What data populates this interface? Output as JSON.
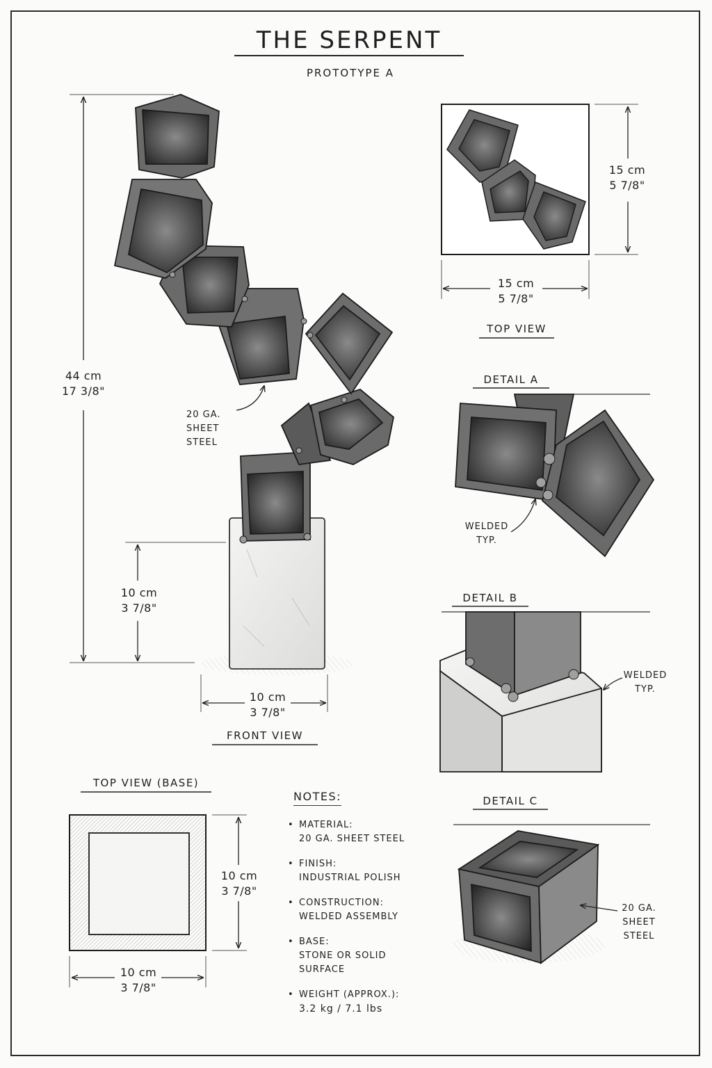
{
  "header": {
    "title": "THE SERPENT",
    "subtitle": "PROTOTYPE A"
  },
  "front_view": {
    "caption": "FRONT VIEW",
    "height_metric": "44 cm",
    "height_imperial": "17 3/8\"",
    "base_height_metric": "10 cm",
    "base_height_imperial": "3 7/8\"",
    "base_width_metric": "10 cm",
    "base_width_imperial": "3 7/8\"",
    "material_label_1": "20 GA.",
    "material_label_2": "SHEET",
    "material_label_3": "STEEL"
  },
  "top_view": {
    "caption": "TOP VIEW",
    "height_metric": "15 cm",
    "height_imperial": "5 7/8\"",
    "width_metric": "15 cm",
    "width_imperial": "5 7/8\""
  },
  "detail_a": {
    "caption": "DETAIL A",
    "note_1": "WELDED",
    "note_2": "TYP."
  },
  "detail_b": {
    "caption": "DETAIL B",
    "note_1": "WELDED",
    "note_2": "TYP."
  },
  "detail_c": {
    "caption": "DETAIL C",
    "note_1": "20 GA.",
    "note_2": "SHEET",
    "note_3": "STEEL"
  },
  "base_top_view": {
    "caption": "TOP VIEW (BASE)",
    "height_metric": "10 cm",
    "height_imperial": "3 7/8\"",
    "width_metric": "10 cm",
    "width_imperial": "3 7/8\""
  },
  "notes": {
    "heading": "NOTES:",
    "items": [
      {
        "label": "MATERIAL:",
        "value": "20 GA. SHEET STEEL"
      },
      {
        "label": "FINISH:",
        "value": "INDUSTRIAL POLISH"
      },
      {
        "label": "CONSTRUCTION:",
        "value": "WELDED ASSEMBLY"
      },
      {
        "label": "BASE:",
        "value": "STONE OR SOLID",
        "value2": "SURFACE"
      },
      {
        "label": "WEIGHT (APPROX.):",
        "value": "3.2 kg / 7.1 lbs"
      }
    ]
  }
}
